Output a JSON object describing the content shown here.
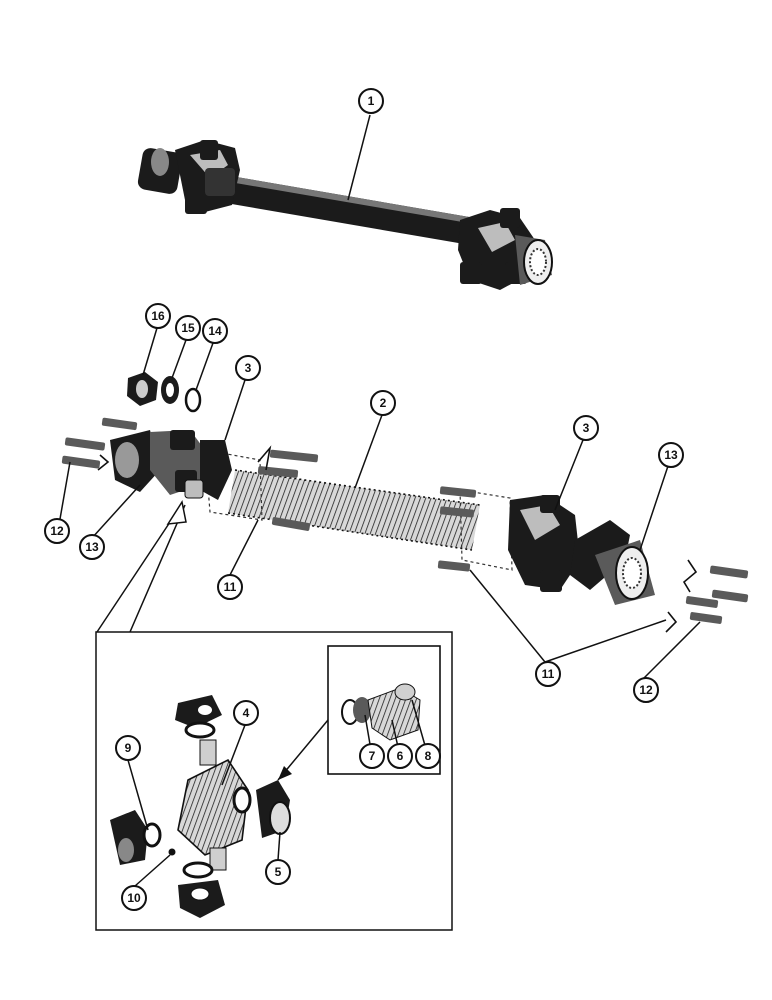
{
  "callouts": [
    {
      "id": "c1",
      "label": "1"
    },
    {
      "id": "c2",
      "label": "2"
    },
    {
      "id": "c3a",
      "label": "3"
    },
    {
      "id": "c3b",
      "label": "3"
    },
    {
      "id": "c4",
      "label": "4"
    },
    {
      "id": "c5",
      "label": "5"
    },
    {
      "id": "c6",
      "label": "6"
    },
    {
      "id": "c7",
      "label": "7"
    },
    {
      "id": "c8",
      "label": "8"
    },
    {
      "id": "c9",
      "label": "9"
    },
    {
      "id": "c10",
      "label": "10"
    },
    {
      "id": "c11a",
      "label": "11"
    },
    {
      "id": "c11b",
      "label": "11"
    },
    {
      "id": "c12a",
      "label": "12"
    },
    {
      "id": "c12b",
      "label": "12"
    },
    {
      "id": "c13a",
      "label": "13"
    },
    {
      "id": "c13b",
      "label": "13"
    },
    {
      "id": "c14",
      "label": "14"
    },
    {
      "id": "c15",
      "label": "15"
    },
    {
      "id": "c16",
      "label": "16"
    }
  ]
}
